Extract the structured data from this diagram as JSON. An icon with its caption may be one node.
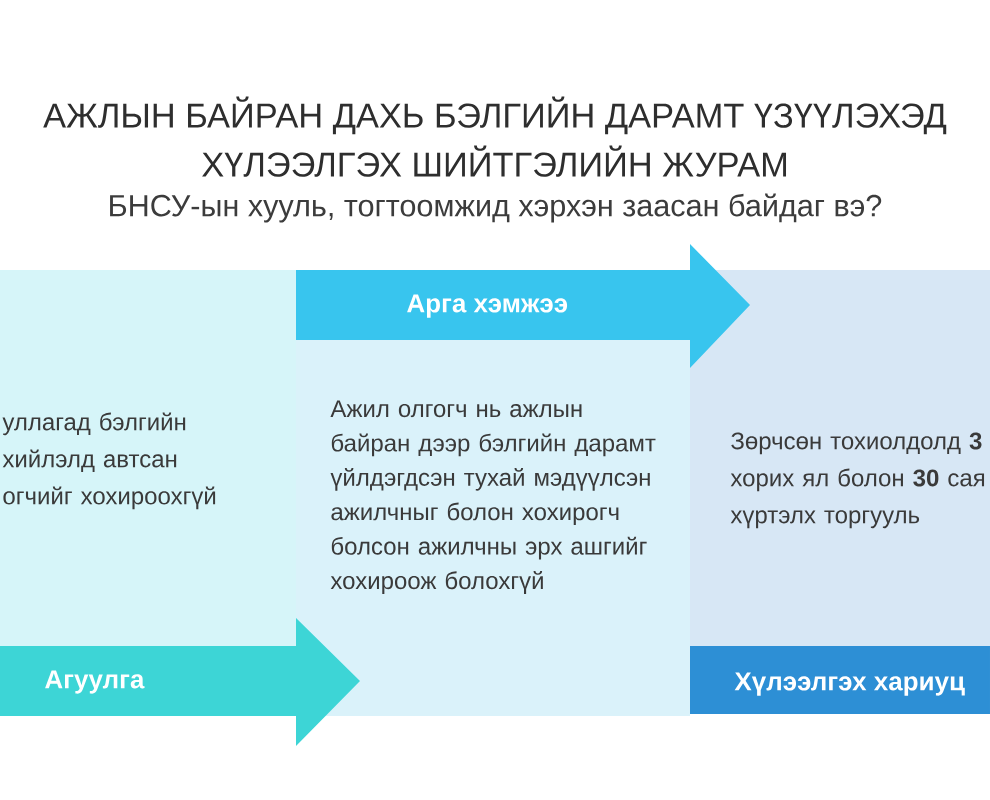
{
  "diagram": {
    "title": "АЖЛЫН БАЙРАН ДАХЬ БЭЛГИЙН ДАРАМТ ҮЗҮҮЛЭХЭД ХҮЛЭЭЛГЭХ ШИЙТГЭЛИЙН ЖУРАМ",
    "nodes": [
      {
        "text": [
          "уллагад бэлгийн хийлэлд автсан огчийг хохироохгүй"
        ]
      },
      {
        "text": [
          "Агуулга"
        ]
      },
      {
        "text": [
          "Ажил олгогч нь ажлын байран дээр бэлгийн дарамт үйлдэгдсэн тухай мэдүүлсэн ажилчныг болон хохирогч болсон ажилчны эрх ашгийг хохироож болохгүй"
        ]
      },
      {
        "text": [
          "Арга хэмжээ"
        ]
      },
      {
        "text": [
          "Зөрчсөн тохиолдолд **3** хорих ял болон **30** сая хүртэлх торгууль"
        ]
      },
      {
        "text": [
          "Хүлээлгэх хариуц"
        ],
        "in": 4
      }
    ],
    "labels": [
      "БНСУ-ын хууль, тогтоомжид хэрхэн заасан байдаг вэ?"
    ]
  }
}
